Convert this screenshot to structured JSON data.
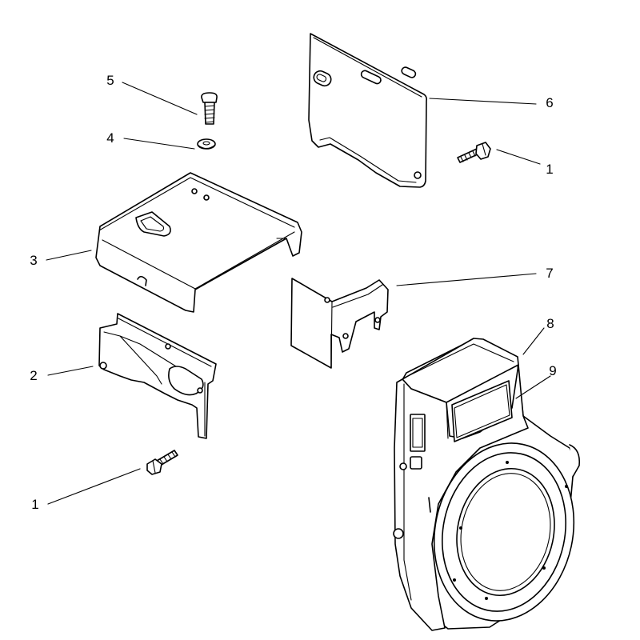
{
  "callouts": [
    {
      "id": "1a",
      "label": "1"
    },
    {
      "id": "1b",
      "label": "1"
    },
    {
      "id": "2",
      "label": "2"
    },
    {
      "id": "3",
      "label": "3"
    },
    {
      "id": "4",
      "label": "4"
    },
    {
      "id": "5",
      "label": "5"
    },
    {
      "id": "6",
      "label": "6"
    },
    {
      "id": "7",
      "label": "7"
    },
    {
      "id": "8",
      "label": "8"
    },
    {
      "id": "9",
      "label": "9"
    }
  ]
}
